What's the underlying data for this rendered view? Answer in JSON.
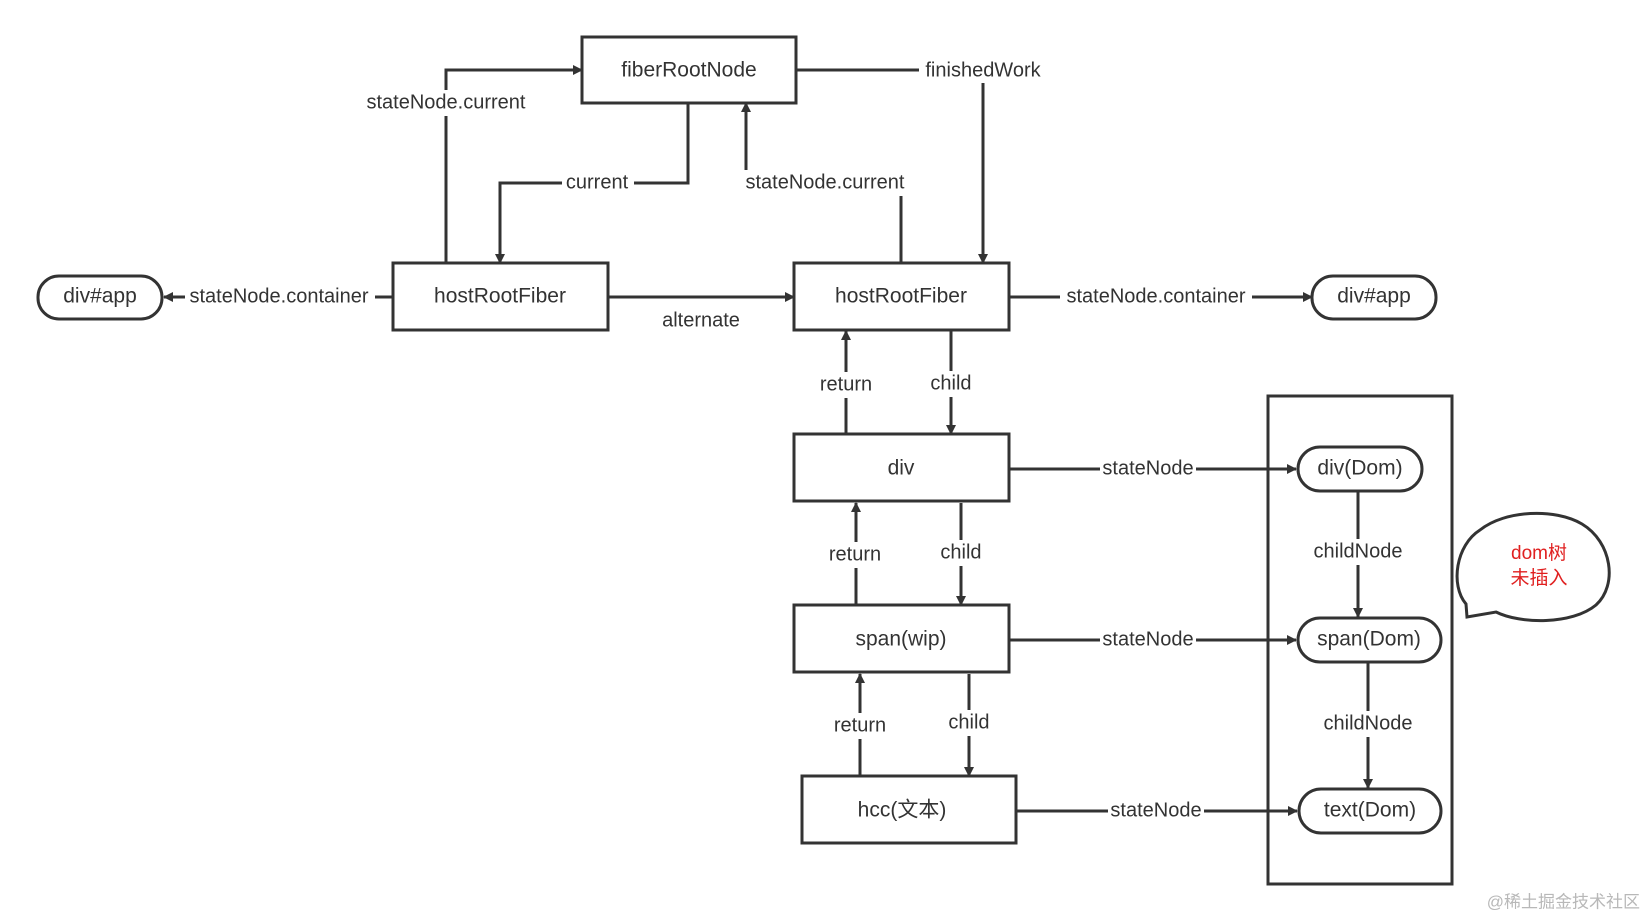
{
  "nodes": {
    "fiber_root_node": "fiberRootNode",
    "host_root_fiber_current": "hostRootFiber",
    "host_root_fiber_wip": "hostRootFiber",
    "div_app_left": "div#app",
    "div_app_right": "div#app",
    "div_fiber": "div",
    "span_fiber": "span(wip)",
    "text_fiber": "hcc(文本)",
    "div_dom": "div(Dom)",
    "span_dom": "span(Dom)",
    "text_dom": "text(Dom)"
  },
  "edges": {
    "state_node_current_left": "stateNode.current",
    "current": "current",
    "state_node_current_right": "stateNode.current",
    "finished_work": "finishedWork",
    "state_node_container_left": "stateNode.container",
    "alternate": "alternate",
    "state_node_container_right": "stateNode.container",
    "return_1": "return",
    "child_1": "child",
    "return_2": "return",
    "child_2": "child",
    "return_3": "return",
    "child_3": "child",
    "state_node_div": "stateNode",
    "state_node_span": "stateNode",
    "state_node_text": "stateNode",
    "child_node_1": "childNode",
    "child_node_2": "childNode"
  },
  "note": {
    "line1": "dom树",
    "line2": "未插入"
  },
  "watermark": "@稀土掘金技术社区",
  "colors": {
    "stroke": "#333333",
    "note_text": "#e02020",
    "watermark": "#b8b8b8"
  }
}
